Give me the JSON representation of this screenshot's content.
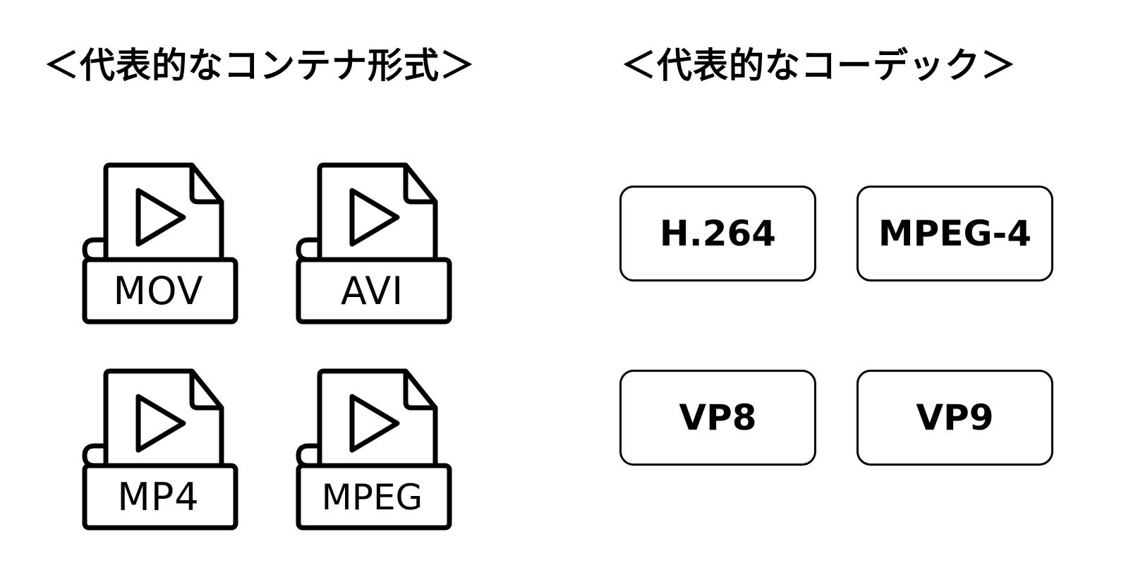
{
  "headings": {
    "containers": "＜代表的なコンテナ形式＞",
    "codecs": "＜代表的なコーデック＞"
  },
  "containers": [
    {
      "label": "MOV",
      "icon": "video-file-icon"
    },
    {
      "label": "AVI",
      "icon": "video-file-icon"
    },
    {
      "label": "MP4",
      "icon": "video-file-icon"
    },
    {
      "label": "MPEG",
      "icon": "video-file-icon"
    }
  ],
  "codecs": [
    {
      "label": "H.264"
    },
    {
      "label": "MPEG-4"
    },
    {
      "label": "VP8"
    },
    {
      "label": "VP9"
    }
  ],
  "colors": {
    "foreground": "#000000",
    "background": "#ffffff"
  }
}
